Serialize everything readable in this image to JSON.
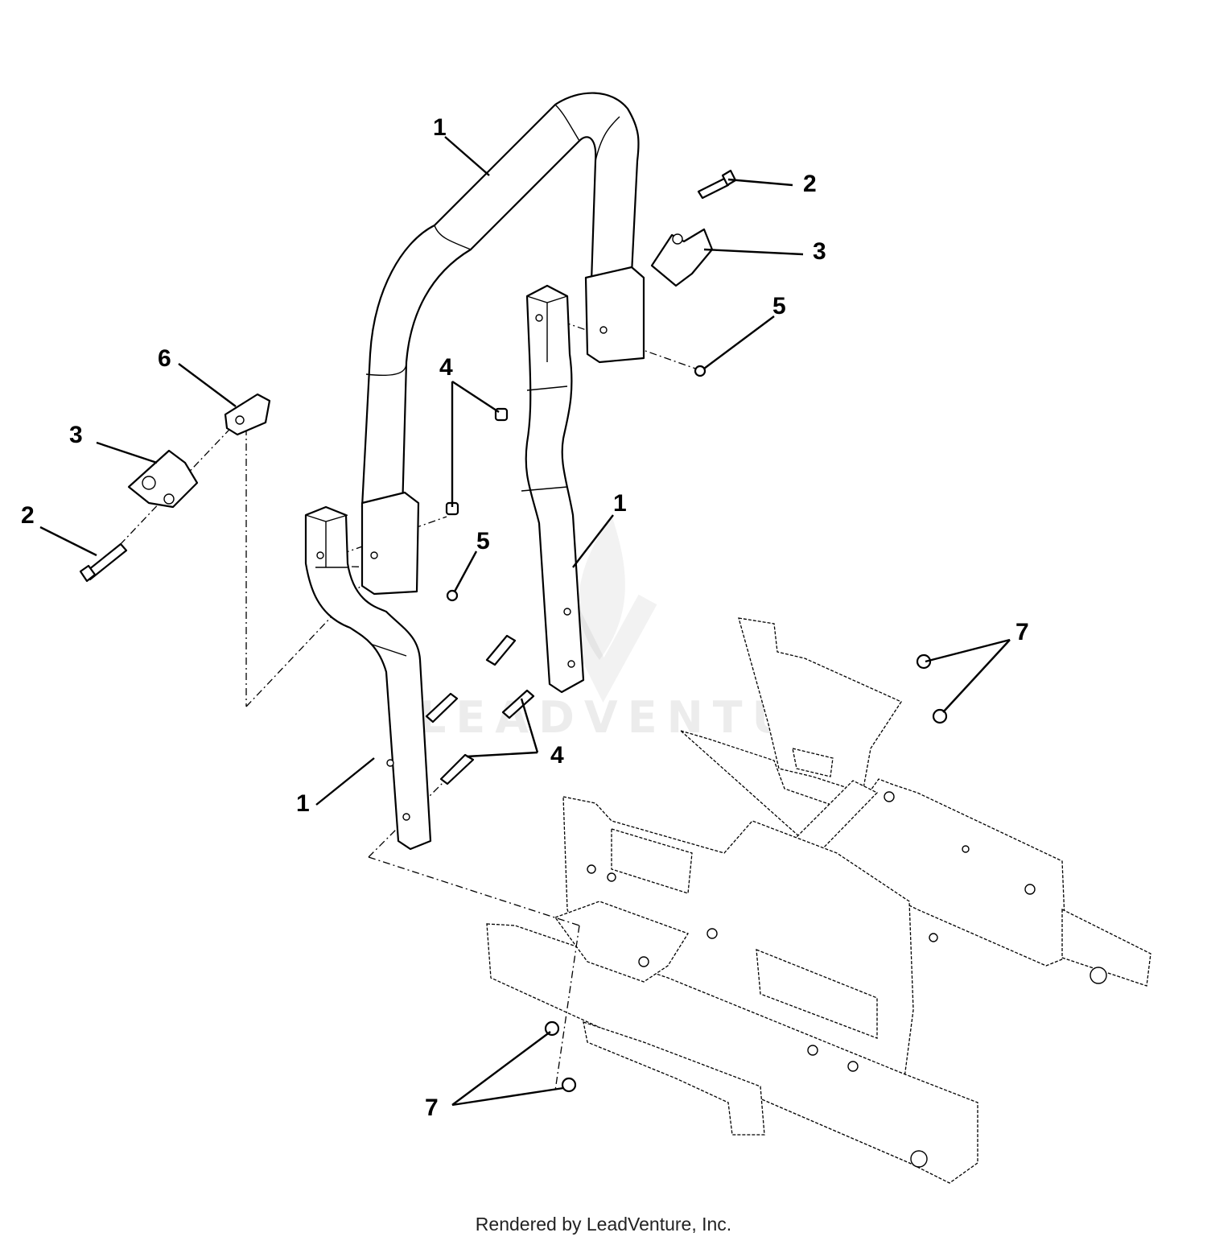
{
  "callouts": [
    {
      "id": "c1a",
      "label": "1"
    },
    {
      "id": "c2a",
      "label": "2"
    },
    {
      "id": "c3a",
      "label": "3"
    },
    {
      "id": "c5a",
      "label": "5"
    },
    {
      "id": "c6",
      "label": "6"
    },
    {
      "id": "c4a",
      "label": "4"
    },
    {
      "id": "c3b",
      "label": "3"
    },
    {
      "id": "c2b",
      "label": "2"
    },
    {
      "id": "c5b",
      "label": "5"
    },
    {
      "id": "c1b",
      "label": "1"
    },
    {
      "id": "c7a",
      "label": "7"
    },
    {
      "id": "c4b",
      "label": "4"
    },
    {
      "id": "c1c",
      "label": "1"
    },
    {
      "id": "c7b",
      "label": "7"
    }
  ],
  "watermark": "LEADVENTURE",
  "footer": "Rendered by LeadVenture, Inc."
}
